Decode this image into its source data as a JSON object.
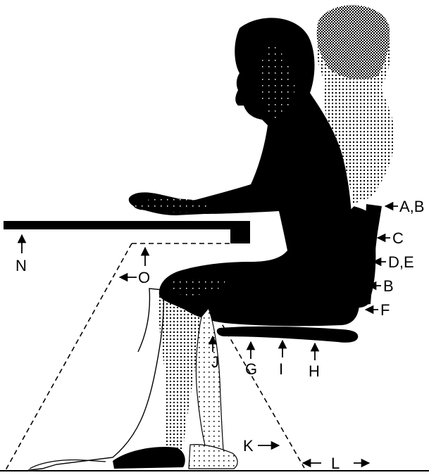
{
  "labels": {
    "ab": "A,B",
    "c": "C",
    "de": "D,E",
    "b": "B",
    "f": "F",
    "g": "G",
    "i": "I",
    "h": "H",
    "j": "J",
    "k": "K",
    "l": "L",
    "n": "N",
    "o": "O"
  },
  "colors": {
    "ink": "#000000",
    "paper": "#ffffff",
    "stipple": "#7a7a7a"
  }
}
